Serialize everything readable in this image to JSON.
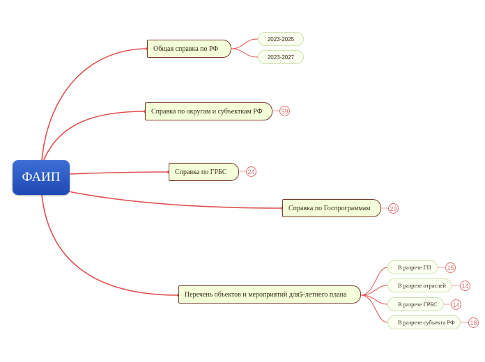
{
  "root": {
    "label": "ФАИП"
  },
  "branches": [
    {
      "label": "Общая справка по РФ",
      "children": [
        {
          "label": "2023-2025"
        },
        {
          "label": "2023-2027"
        }
      ]
    },
    {
      "label": "Справка по округам и субъекткам РФ",
      "count": "99"
    },
    {
      "label": "Справка по ГРБС",
      "count": "24"
    },
    {
      "label": "Справка по Госпрограммам",
      "count": "29"
    },
    {
      "label_prefix": "Перечень объектов и мероприятий для ",
      "label_bold": "5",
      "label_suffix": "-летнего плана",
      "children": [
        {
          "label": "В разрезе ГП",
          "count": "15"
        },
        {
          "label": "В разрезе отраслей",
          "count": "14"
        },
        {
          "label": "В разрезе ГРБС",
          "count": "14"
        },
        {
          "label": "В разрезе  субъекта РФ",
          "count": "18"
        }
      ]
    }
  ],
  "colors": {
    "edge_main": "#e05050",
    "edge_sub": "#f0a0a0",
    "root_fill": "#2a55c4",
    "node_fill": "#f2ffd8",
    "node_border": "#7b3a2a",
    "badge": "#e07070"
  }
}
